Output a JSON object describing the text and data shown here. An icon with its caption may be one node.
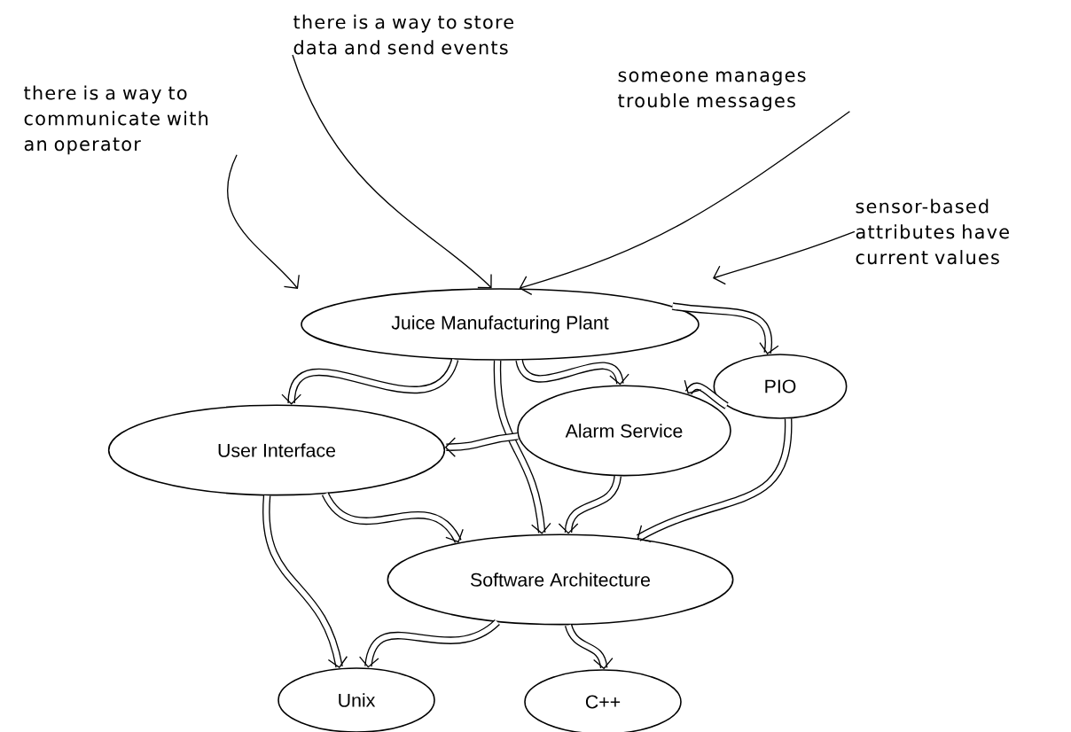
{
  "diagram": {
    "nodes": [
      {
        "text": [
          "Juice Manufacturing Plant"
        ]
      },
      {
        "text": [
          "PIO"
        ]
      },
      {
        "text": [
          "User Interface"
        ]
      },
      {
        "text": [
          "Alarm Service"
        ]
      },
      {
        "text": [
          "Software Architecture"
        ]
      },
      {
        "text": [
          "Unix"
        ]
      },
      {
        "text": [
          "C++"
        ]
      },
      {
        "text": [
          "there is a way to communicate with an operator"
        ]
      },
      {
        "text": [
          "there is a way to store data and send events"
        ]
      },
      {
        "text": [
          "someone manages trouble messages"
        ]
      },
      {
        "text": [
          "sensor-based attributes have current values"
        ]
      }
    ],
    "edges": [
      {
        "from": 0,
        "to": 2,
        "arrow": "to"
      },
      {
        "from": 0,
        "to": 4,
        "arrow": "to"
      },
      {
        "from": 0,
        "to": 3,
        "arrow": "to"
      },
      {
        "from": 0,
        "to": 1,
        "arrow": "to"
      },
      {
        "from": 1,
        "to": 3,
        "arrow": "to"
      },
      {
        "from": 1,
        "to": 4,
        "arrow": "to"
      },
      {
        "from": 3,
        "to": 2,
        "arrow": "to"
      },
      {
        "from": 3,
        "to": 4,
        "arrow": "to"
      },
      {
        "from": 2,
        "to": 4,
        "arrow": "to"
      },
      {
        "from": 2,
        "to": 5,
        "arrow": "to"
      },
      {
        "from": 4,
        "to": 5,
        "arrow": "to"
      },
      {
        "from": 4,
        "to": 6,
        "arrow": "to"
      },
      {
        "from": 7,
        "to": null,
        "arrow": "to"
      },
      {
        "from": 8,
        "to": 0,
        "arrow": "to"
      },
      {
        "from": 9,
        "to": 0,
        "arrow": "to"
      },
      {
        "from": 10,
        "to": null,
        "arrow": "to"
      }
    ]
  }
}
